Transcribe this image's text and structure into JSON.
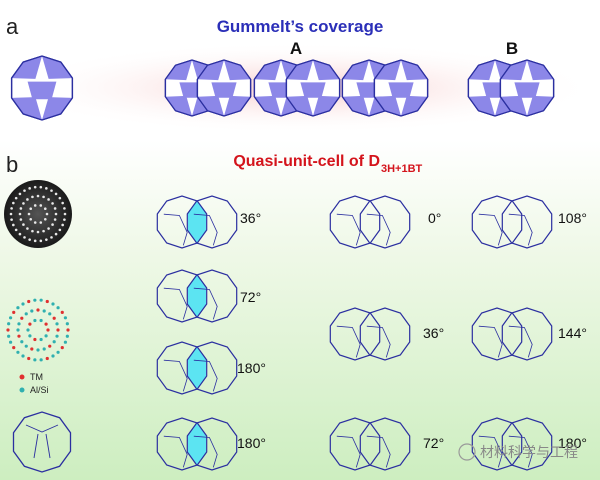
{
  "panel_a": {
    "letter": "a",
    "title": "Gummelt’s coverage",
    "labels": [
      "A",
      "B"
    ]
  },
  "panel_b": {
    "letter": "b",
    "title_main": "Quasi-unit-cell of D",
    "title_sub": "3H+1BT",
    "legend": [
      "TM",
      "Al/Si"
    ],
    "angles_left": [
      "36°",
      "72°",
      "180°",
      "180°"
    ],
    "angles_mid": [
      "0°",
      "36°",
      "72°"
    ],
    "angles_right": [
      "108°",
      "144°",
      "180°"
    ]
  },
  "watermark": "材料科学与工程",
  "colors": {
    "outline": "#2b2fa0",
    "fill_a": "#8c87e8",
    "fill_cyan": "#5ce4f2",
    "tm": "#e03030",
    "alsi": "#30b0b0"
  }
}
